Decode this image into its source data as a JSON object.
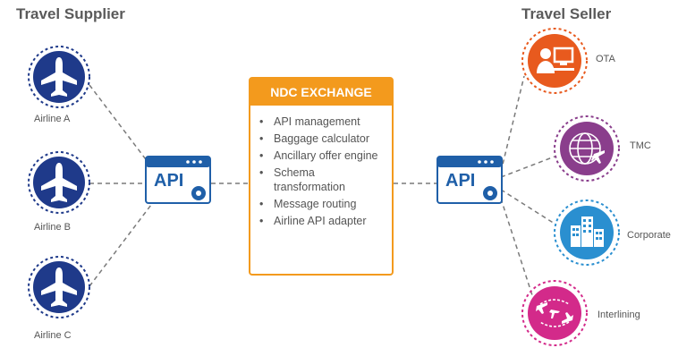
{
  "supplier": {
    "heading": "Travel Supplier",
    "airlines": [
      {
        "label": "Airline A"
      },
      {
        "label": "Airline B"
      },
      {
        "label": "Airline C"
      }
    ]
  },
  "seller": {
    "heading": "Travel Seller",
    "channels": [
      {
        "label": "OTA",
        "color": "#e85a1e",
        "icon": "person-computer-icon"
      },
      {
        "label": "TMC",
        "color": "#8a3e8c",
        "icon": "globe-plane-icon"
      },
      {
        "label": "Corporate",
        "color": "#2a8fd0",
        "icon": "buildings-icon"
      },
      {
        "label": "Interlining",
        "color": "#d32a8a",
        "icon": "connected-planes-icon"
      }
    ]
  },
  "api": {
    "label": "API"
  },
  "exchange": {
    "title": "NDC EXCHANGE",
    "features": [
      "API management",
      "Baggage calculator",
      "Ancillary offer engine",
      "Schema transformation",
      "Message routing",
      "Airline API adapter"
    ]
  },
  "colors": {
    "navy": "#1f3a8a",
    "orange": "#f39a1d",
    "api_blue": "#1f5fa8"
  }
}
